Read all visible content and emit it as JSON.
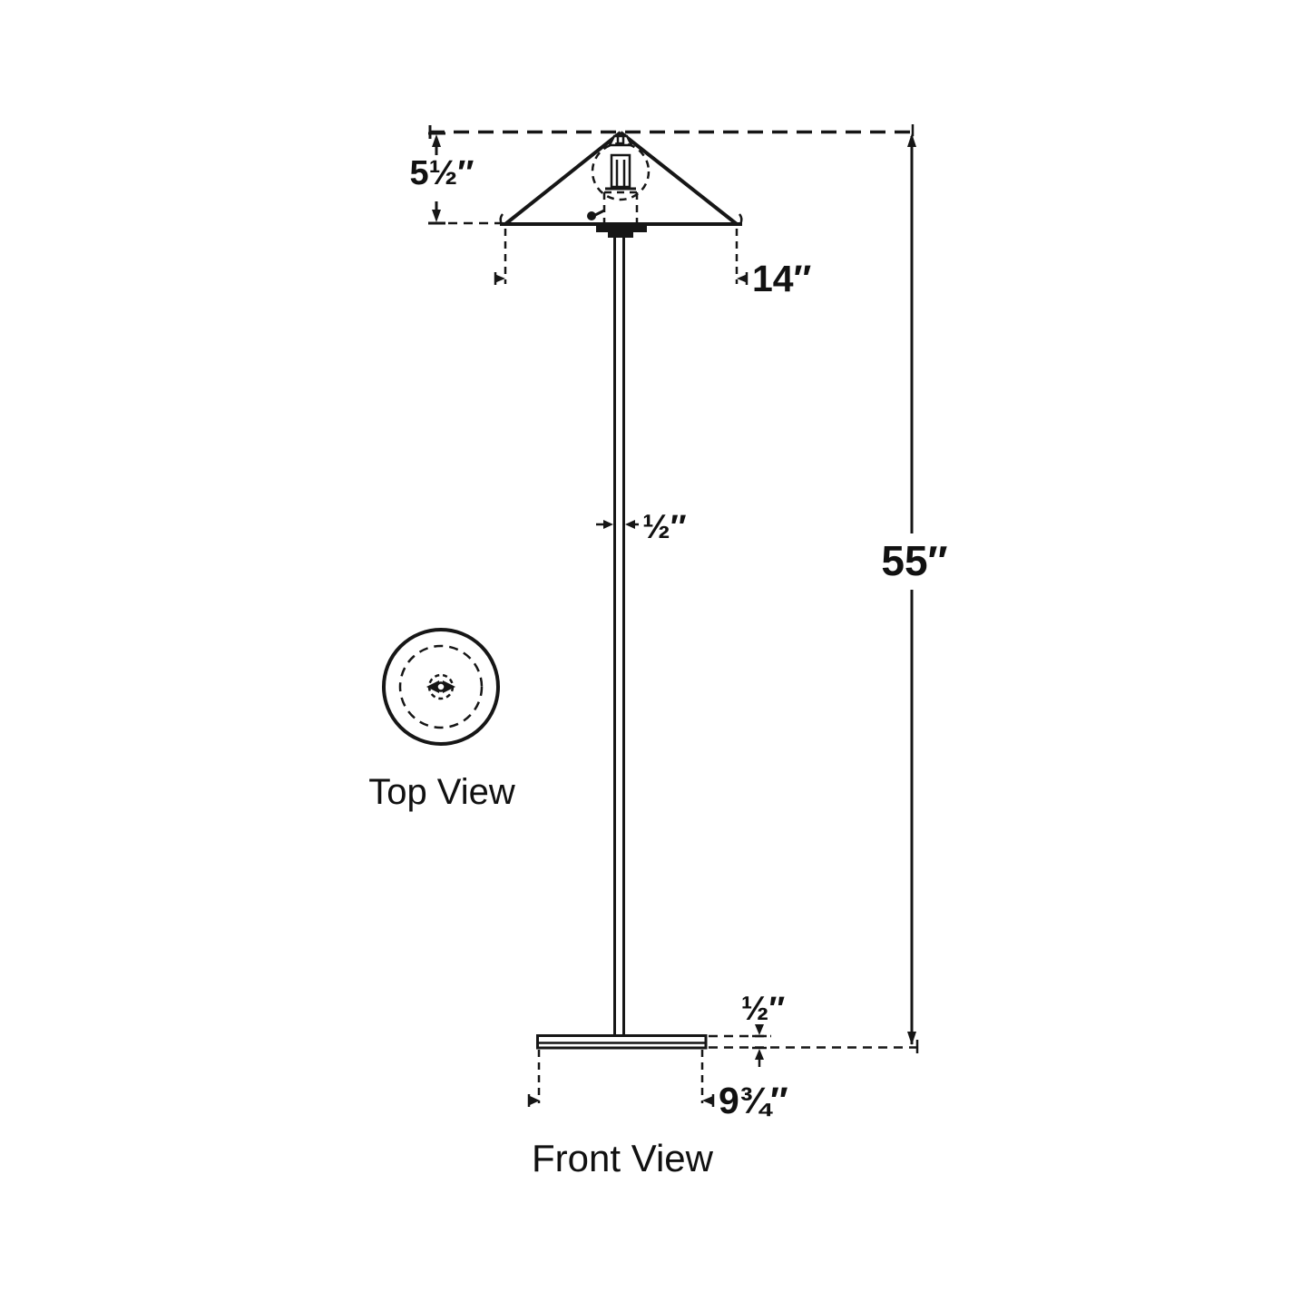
{
  "diagram": {
    "background": "#ffffff",
    "line_color": "#161616",
    "views": {
      "top_label": "Top View",
      "front_label": "Front View"
    },
    "dimensions": {
      "shade_height": "5½″",
      "shade_diameter": "14″",
      "pole_diameter": "½″",
      "overall_height": "55″",
      "base_thickness": "½″",
      "base_diameter": "9¾″"
    }
  }
}
